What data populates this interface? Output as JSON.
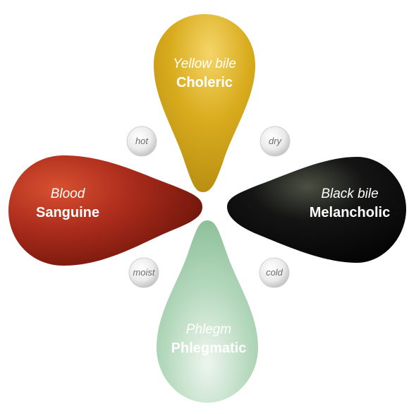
{
  "humors": [
    {
      "key": "yellow",
      "fluid": "Yellow bile",
      "temperament": "Choleric",
      "color": "#d4a818"
    },
    {
      "key": "black",
      "fluid": "Black bile",
      "temperament": "Melancholic",
      "color": "#0c0c0c"
    },
    {
      "key": "phlegm",
      "fluid": "Phlegm",
      "temperament": "Phlegmatic",
      "color": "#9ac8a6"
    },
    {
      "key": "blood",
      "fluid": "Blood",
      "temperament": "Sanguine",
      "color": "#a3271a"
    }
  ],
  "qualities": {
    "hot": "hot",
    "dry": "dry",
    "moist": "moist",
    "cold": "cold"
  }
}
